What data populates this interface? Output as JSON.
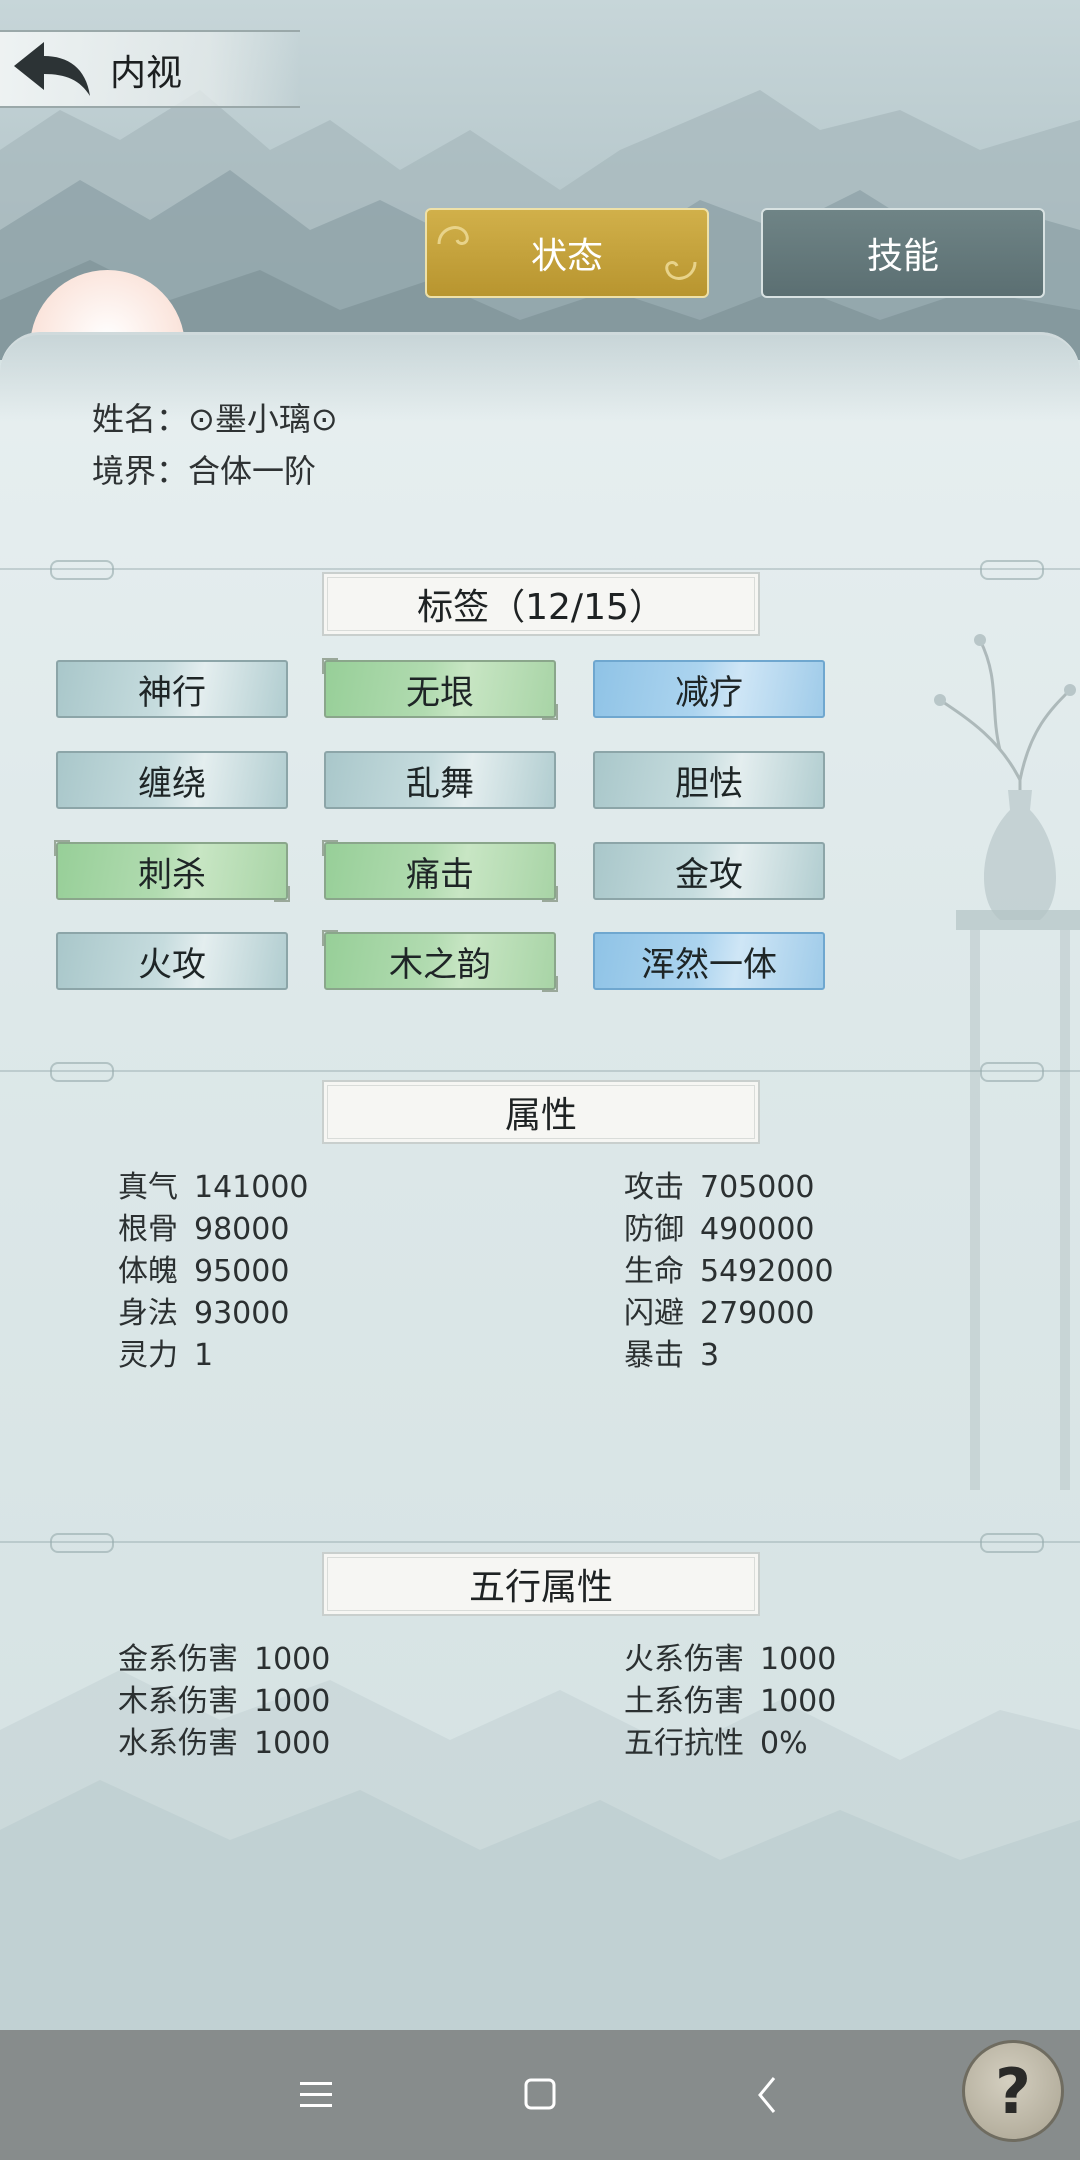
{
  "header": {
    "title": "内视"
  },
  "tabs": [
    {
      "label": "状态",
      "active": true
    },
    {
      "label": "技能",
      "active": false
    }
  ],
  "profile": {
    "name_label": "姓名：",
    "name_value": "⊙墨小璃⊙",
    "realm_label": "境界：",
    "realm_value": "合体一阶"
  },
  "tags_section": {
    "title": "标签（12/15）",
    "items": [
      {
        "label": "神行",
        "style": "teal"
      },
      {
        "label": "无垠",
        "style": "green"
      },
      {
        "label": "减疗",
        "style": "blue"
      },
      {
        "label": "缠绕",
        "style": "teal"
      },
      {
        "label": "乱舞",
        "style": "teal"
      },
      {
        "label": "胆怯",
        "style": "teal"
      },
      {
        "label": "刺杀",
        "style": "green"
      },
      {
        "label": "痛击",
        "style": "green"
      },
      {
        "label": "金攻",
        "style": "teal"
      },
      {
        "label": "火攻",
        "style": "teal"
      },
      {
        "label": "木之韵",
        "style": "green"
      },
      {
        "label": "浑然一体",
        "style": "blue"
      }
    ]
  },
  "attributes": {
    "title": "属性",
    "left": [
      {
        "k": "真气",
        "v": "141000"
      },
      {
        "k": "根骨",
        "v": "98000"
      },
      {
        "k": "体魄",
        "v": "95000"
      },
      {
        "k": "身法",
        "v": "93000"
      },
      {
        "k": "灵力",
        "v": "1"
      }
    ],
    "right": [
      {
        "k": "攻击",
        "v": "705000"
      },
      {
        "k": "防御",
        "v": "490000"
      },
      {
        "k": "生命",
        "v": "5492000"
      },
      {
        "k": "闪避",
        "v": "279000"
      },
      {
        "k": "暴击",
        "v": "3"
      }
    ]
  },
  "elements": {
    "title": "五行属性",
    "left": [
      {
        "k": "金系伤害",
        "v": "1000"
      },
      {
        "k": "木系伤害",
        "v": "1000"
      },
      {
        "k": "水系伤害",
        "v": "1000"
      }
    ],
    "right": [
      {
        "k": "火系伤害",
        "v": "1000"
      },
      {
        "k": "土系伤害",
        "v": "1000"
      },
      {
        "k": "五行抗性",
        "v": "0%"
      }
    ]
  },
  "help": {
    "label": "?"
  },
  "colors": {
    "tab_active": "#c4a23c",
    "tab_inactive": "#667b7d",
    "tag_teal": "#b6d0d3",
    "tag_green": "#a9d6a8",
    "tag_blue": "#a5cfec",
    "navbar": "#878c8c"
  },
  "icons": {
    "back": "back-arrow-icon",
    "menu": "menu-icon",
    "home": "home-icon",
    "nav_back": "chevron-left-icon",
    "help": "question-icon"
  }
}
